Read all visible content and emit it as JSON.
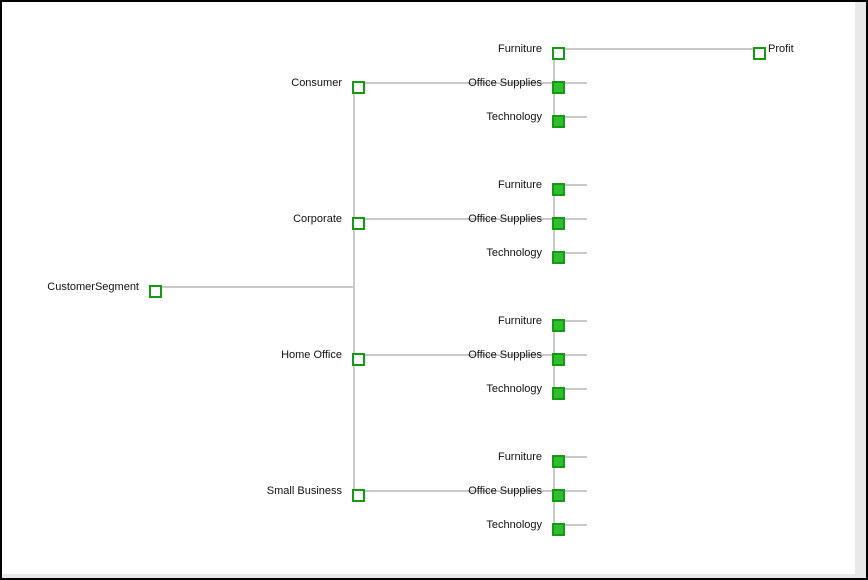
{
  "diagram": {
    "type": "collapsible-tree",
    "orientation": "left-to-right",
    "dimension_field": "CustomerSegment",
    "measure_field": "Profit"
  },
  "colors": {
    "background": "#ffffff",
    "frame_border": "#000000",
    "link": "#c9c9c9",
    "node_border": "#169a16",
    "node_collapsed_fill": "#2ebe2e",
    "node_open_fill": "#ffffff",
    "text": "#111111",
    "scrollbar_track": "#e9e9e9"
  },
  "tree": {
    "label": "CustomerSegment",
    "state": "expanded",
    "children": [
      {
        "label": "Consumer",
        "state": "expanded",
        "children": [
          {
            "label": "Furniture",
            "state": "expanded",
            "children": [
              {
                "label": "Profit",
                "state": "leaf",
                "label_side": "right"
              }
            ]
          },
          {
            "label": "Office Supplies",
            "state": "collapsed"
          },
          {
            "label": "Technology",
            "state": "collapsed"
          }
        ]
      },
      {
        "label": "Corporate",
        "state": "expanded",
        "children": [
          {
            "label": "Furniture",
            "state": "collapsed"
          },
          {
            "label": "Office Supplies",
            "state": "collapsed"
          },
          {
            "label": "Technology",
            "state": "collapsed"
          }
        ]
      },
      {
        "label": "Home Office",
        "state": "expanded",
        "children": [
          {
            "label": "Furniture",
            "state": "collapsed"
          },
          {
            "label": "Office Supplies",
            "state": "collapsed"
          },
          {
            "label": "Technology",
            "state": "collapsed"
          }
        ]
      },
      {
        "label": "Small Business",
        "state": "expanded",
        "children": [
          {
            "label": "Furniture",
            "state": "collapsed"
          },
          {
            "label": "Office Supplies",
            "state": "collapsed"
          },
          {
            "label": "Technology",
            "state": "collapsed"
          }
        ]
      }
    ]
  }
}
